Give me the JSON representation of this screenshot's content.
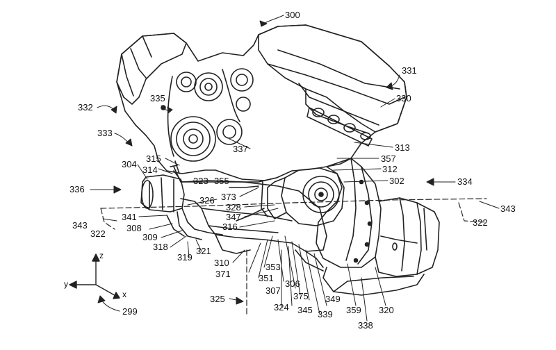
{
  "figure": {
    "axes": {
      "z": "z",
      "y": "y",
      "x": "x"
    },
    "labels": [
      {
        "id": "300",
        "text": "300"
      },
      {
        "id": "331",
        "text": "331"
      },
      {
        "id": "330",
        "text": "330"
      },
      {
        "id": "332",
        "text": "332"
      },
      {
        "id": "335",
        "text": "335"
      },
      {
        "id": "333",
        "text": "333"
      },
      {
        "id": "313",
        "text": "313"
      },
      {
        "id": "337",
        "text": "337"
      },
      {
        "id": "357",
        "text": "357"
      },
      {
        "id": "312",
        "text": "312"
      },
      {
        "id": "315",
        "text": "315"
      },
      {
        "id": "304",
        "text": "304"
      },
      {
        "id": "314",
        "text": "314"
      },
      {
        "id": "323",
        "text": "323"
      },
      {
        "id": "355",
        "text": "355"
      },
      {
        "id": "302",
        "text": "302"
      },
      {
        "id": "334",
        "text": "334"
      },
      {
        "id": "336",
        "text": "336"
      },
      {
        "id": "373",
        "text": "373"
      },
      {
        "id": "326",
        "text": "326"
      },
      {
        "id": "328",
        "text": "328"
      },
      {
        "id": "343a",
        "text": "343"
      },
      {
        "id": "343b",
        "text": "343"
      },
      {
        "id": "341",
        "text": "341"
      },
      {
        "id": "347",
        "text": "347"
      },
      {
        "id": "322a",
        "text": "322"
      },
      {
        "id": "322b",
        "text": "322"
      },
      {
        "id": "308",
        "text": "308"
      },
      {
        "id": "316",
        "text": "316"
      },
      {
        "id": "309",
        "text": "309"
      },
      {
        "id": "318",
        "text": "318"
      },
      {
        "id": "321",
        "text": "321"
      },
      {
        "id": "319",
        "text": "319"
      },
      {
        "id": "310",
        "text": "310"
      },
      {
        "id": "353",
        "text": "353"
      },
      {
        "id": "371",
        "text": "371"
      },
      {
        "id": "351",
        "text": "351"
      },
      {
        "id": "306",
        "text": "306"
      },
      {
        "id": "307",
        "text": "307"
      },
      {
        "id": "375",
        "text": "375"
      },
      {
        "id": "349",
        "text": "349"
      },
      {
        "id": "325",
        "text": "325"
      },
      {
        "id": "345",
        "text": "345"
      },
      {
        "id": "339",
        "text": "339"
      },
      {
        "id": "324",
        "text": "324"
      },
      {
        "id": "359",
        "text": "359"
      },
      {
        "id": "320",
        "text": "320"
      },
      {
        "id": "338",
        "text": "338"
      },
      {
        "id": "299",
        "text": "299"
      }
    ]
  }
}
